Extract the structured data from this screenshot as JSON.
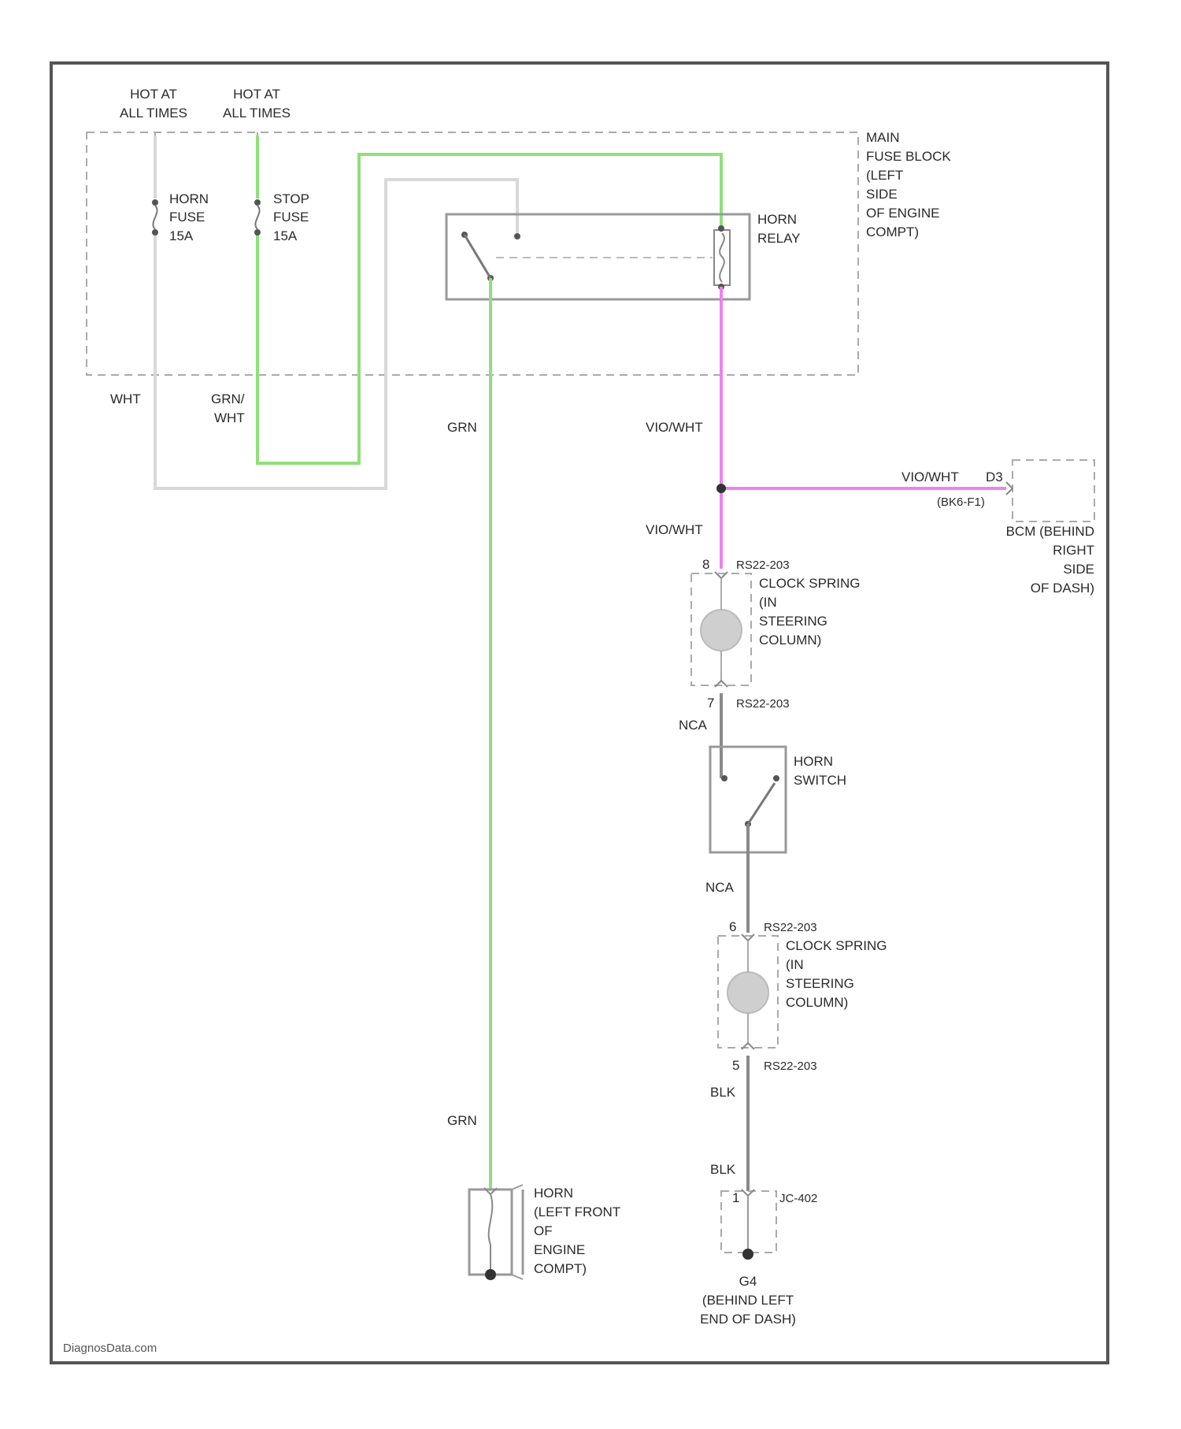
{
  "supply": {
    "hot1": [
      "HOT AT",
      "ALL TIMES"
    ],
    "hot2": [
      "HOT AT",
      "ALL TIMES"
    ]
  },
  "fuse_block": {
    "label": [
      "MAIN",
      "FUSE BLOCK",
      "(LEFT",
      "SIDE",
      "OF ENGINE",
      "COMPT)"
    ],
    "horn_fuse": [
      "HORN",
      "FUSE",
      "15A"
    ],
    "stop_fuse": [
      "STOP",
      "FUSE",
      "15A"
    ],
    "relay": [
      "HORN",
      "RELAY"
    ]
  },
  "wires": {
    "wht": "WHT",
    "grn_wht": [
      "GRN/",
      "WHT"
    ],
    "grn_upper": "GRN",
    "grn_lower": "GRN",
    "vio_wht_1": "VIO/WHT",
    "vio_wht_2": "VIO/WHT",
    "vio_wht_3": "VIO/WHT",
    "nca_1": "NCA",
    "nca_2": "NCA",
    "blk_1": "BLK",
    "blk_2": "BLK"
  },
  "bcm": {
    "pin": "D3",
    "connector": "(BK6-F1)",
    "label": [
      "BCM (BEHIND",
      "RIGHT",
      "SIDE",
      "OF DASH)"
    ]
  },
  "clock_spring_1": {
    "top_pin": "8",
    "top_conn": "RS22-203",
    "bottom_pin": "7",
    "bottom_conn": "RS22-203",
    "label": [
      "CLOCK SPRING",
      "(IN",
      "STEERING",
      "COLUMN)"
    ]
  },
  "horn_switch": {
    "label": [
      "HORN",
      "SWITCH"
    ]
  },
  "clock_spring_2": {
    "top_pin": "6",
    "top_conn": "RS22-203",
    "bottom_pin": "5",
    "bottom_conn": "RS22-203",
    "label": [
      "CLOCK SPRING",
      "(IN",
      "STEERING",
      "COLUMN)"
    ]
  },
  "horn": {
    "label": [
      "HORN",
      "(LEFT FRONT",
      "OF",
      "ENGINE",
      "COMPT)"
    ]
  },
  "ground": {
    "pin": "1",
    "connector": "JC-402",
    "id": "G4",
    "label": [
      "(BEHIND LEFT",
      "END OF DASH)"
    ]
  },
  "colors": {
    "green": "#8fe07a",
    "violet": "#ee82ee",
    "white": "#d8d8d8",
    "gray": "#8a8a8a"
  },
  "watermark": "DiagnosData.com"
}
